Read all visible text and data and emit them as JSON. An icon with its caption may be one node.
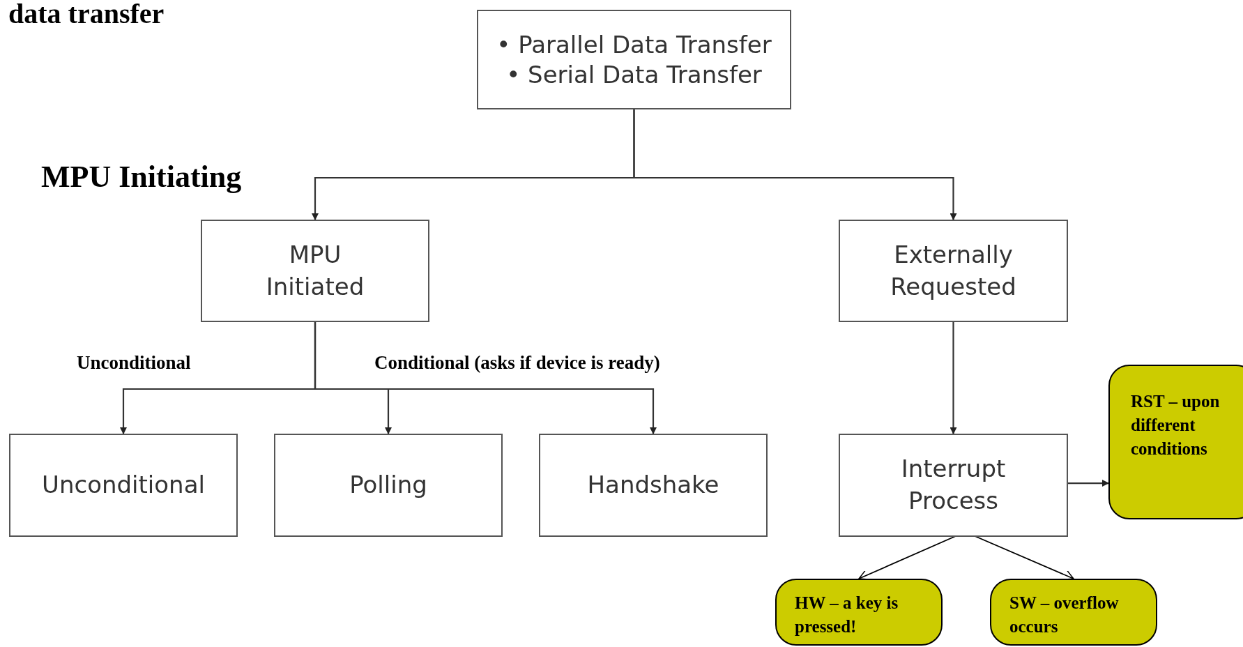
{
  "diagram": {
    "title": "data transfer",
    "nodes": [
      {
        "text": [
          "• Parallel Data Transfer",
          "• Serial Data Transfer"
        ]
      },
      {
        "text": [
          "MPU Initiated"
        ]
      },
      {
        "text": [
          "Externally Requested"
        ]
      },
      {
        "text": [
          "Unconditional"
        ]
      },
      {
        "text": [
          "Polling"
        ]
      },
      {
        "text": [
          "Handshake"
        ]
      },
      {
        "text": [
          "Interrupt Process"
        ]
      },
      {
        "text": [
          "RST – upon different conditions"
        ]
      },
      {
        "text": [
          "HW – a key is pressed!"
        ]
      },
      {
        "text": [
          "SW – overflow occurs"
        ]
      }
    ],
    "edges": [
      {
        "from": 0,
        "to": 1,
        "arrow": "to"
      },
      {
        "from": 0,
        "to": 2,
        "arrow": "to"
      },
      {
        "from": 1,
        "to": 3,
        "arrow": "to"
      },
      {
        "from": 1,
        "to": 4,
        "arrow": "to"
      },
      {
        "from": 1,
        "to": 5,
        "arrow": "to"
      },
      {
        "from": 2,
        "to": 6,
        "arrow": "to"
      },
      {
        "from": 6,
        "to": 7,
        "arrow": "to"
      },
      {
        "from": 6,
        "to": 8,
        "arrow": "to"
      },
      {
        "from": 6,
        "to": 9,
        "arrow": "to"
      }
    ],
    "labels": [
      "MPU Initiating",
      "Unconditional",
      "Conditional (asks if device is ready)"
    ]
  }
}
